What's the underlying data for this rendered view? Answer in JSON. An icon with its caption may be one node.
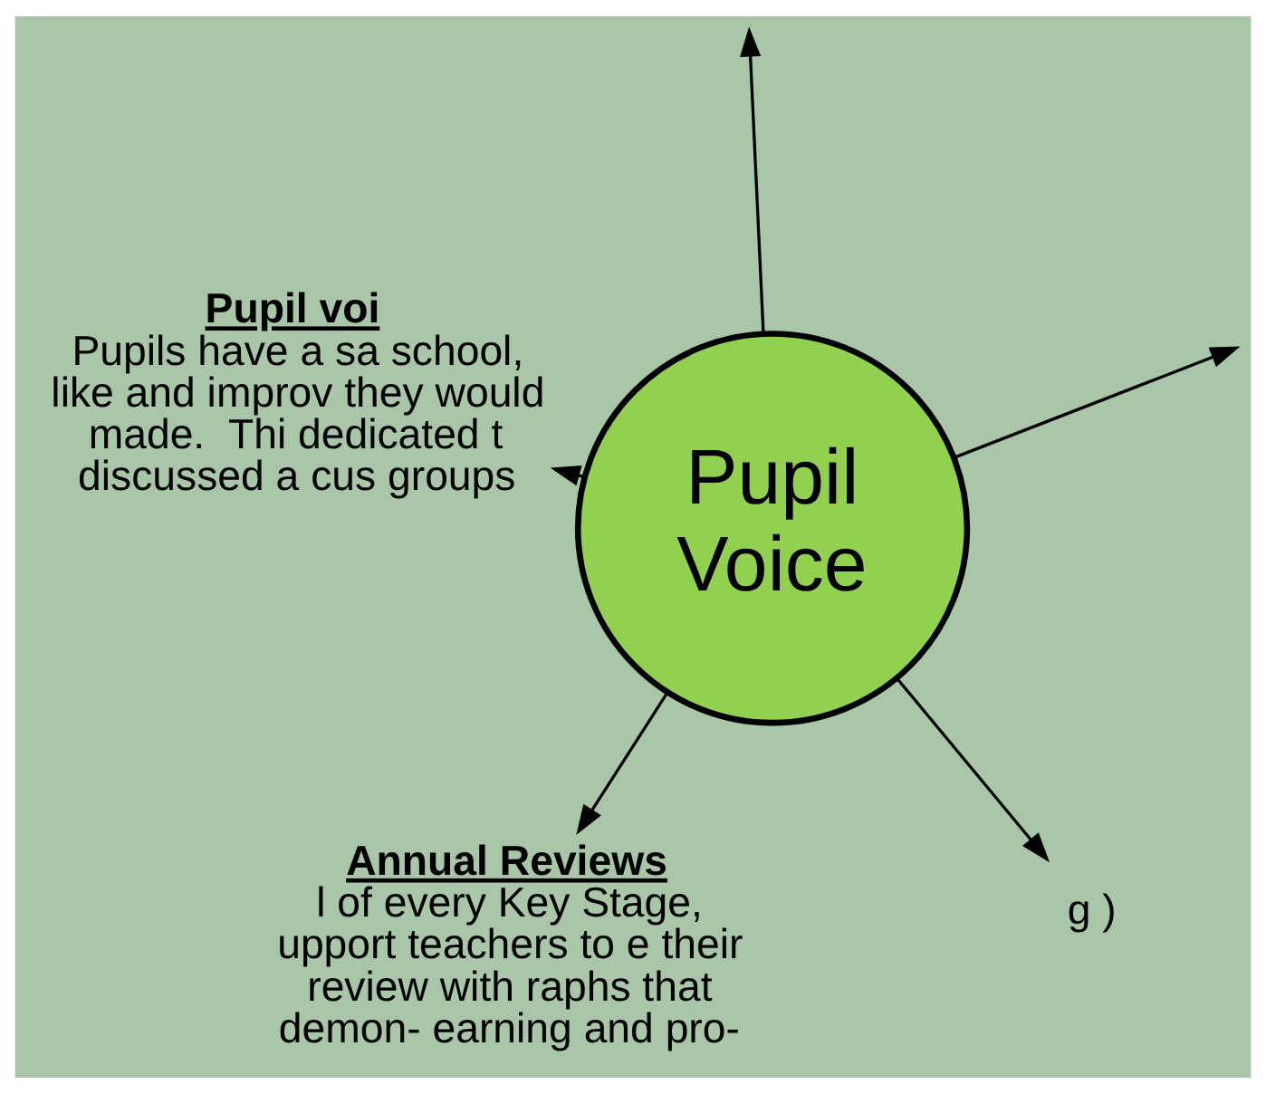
{
  "diagram": {
    "nodes": [
      {
        "text": [
          "Pupil Voice"
        ]
      },
      {
        "text": [
          "g )"
        ]
      },
      {
        "text": [
          "Annual Reviews",
          "l of every Key Stage, upport teachers to e their review with raphs that demon- earning and pro-"
        ]
      },
      {
        "text": [
          "Pupil voi",
          "Pupils have a sa school, like and improv they would made.  Thi dedicated t discussed a cus groups"
        ]
      }
    ],
    "edges": [
      {
        "from": 0,
        "to": null,
        "arrow": "to"
      },
      {
        "from": 0,
        "to": 1,
        "arrow": "to"
      },
      {
        "from": 0,
        "to": 2,
        "arrow": "to"
      },
      {
        "from": 0,
        "to": 3,
        "arrow": "to"
      },
      {
        "from": 0,
        "to": null,
        "arrow": "to"
      }
    ]
  }
}
